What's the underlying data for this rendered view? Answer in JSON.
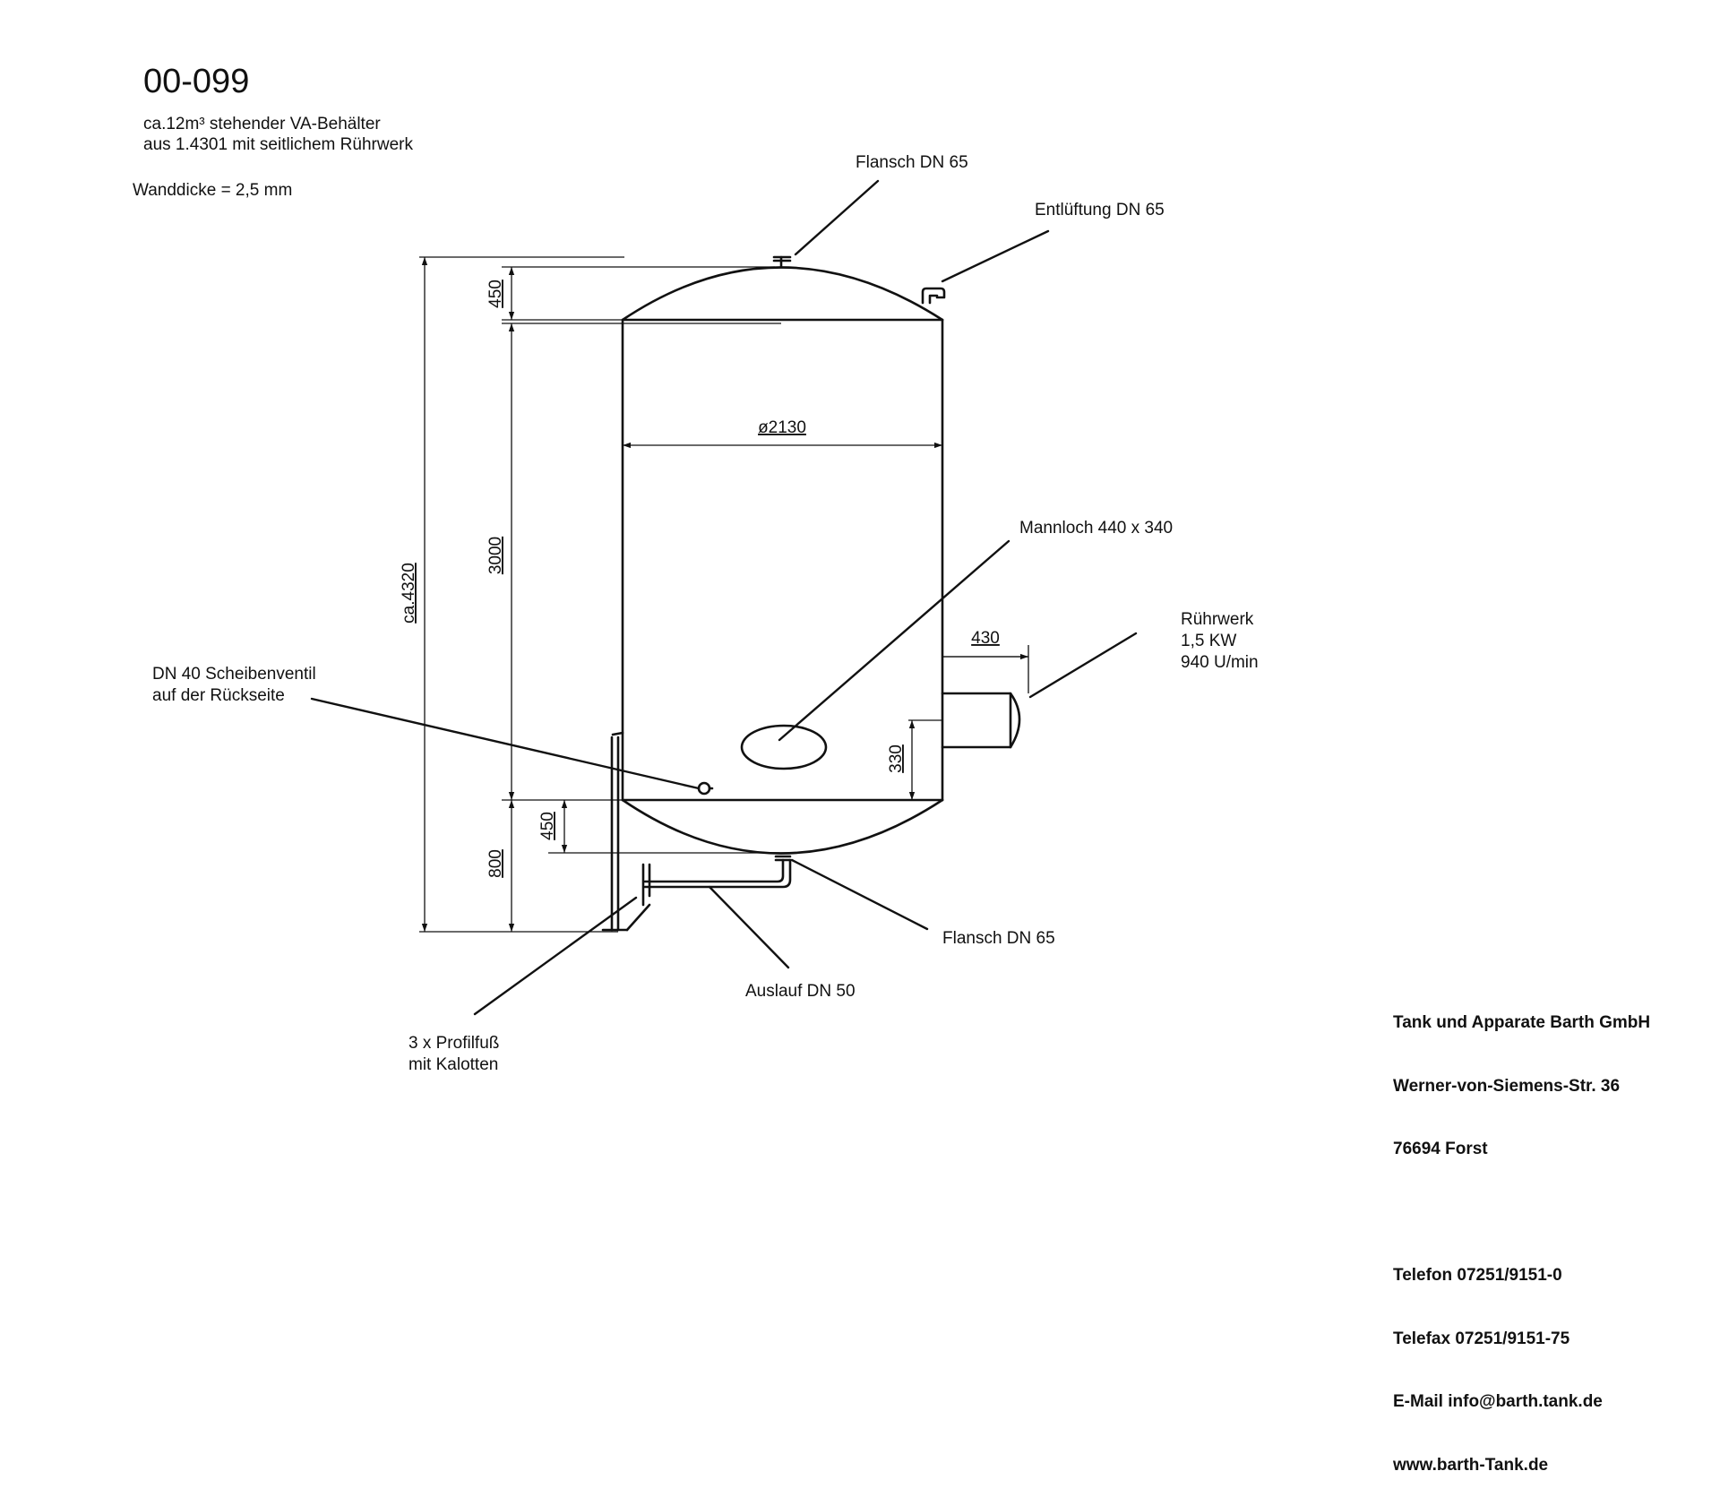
{
  "header": {
    "code": "00-099",
    "description": [
      "ca.12m³ stehender VA-Behälter",
      "aus 1.4301 mit seitlichem Rührwerk"
    ],
    "wall_thickness": "Wanddicke = 2,5 mm"
  },
  "labels": {
    "flansch_top": "Flansch DN 65",
    "entlueftung": "Entlüftung DN 65",
    "mannloch": "Mannloch 440 x 340",
    "ruehrwerk": [
      "Rührwerk",
      "1,5 KW",
      "940 U/min"
    ],
    "scheibenventil": [
      "DN 40 Scheibenventil",
      "auf der Rückseite"
    ],
    "flansch_bottom": "Flansch DN 65",
    "auslauf": "Auslauf DN 50",
    "profilfuss": [
      "3 x Profilfuß",
      "mit Kalotten"
    ]
  },
  "dimensions": {
    "total_height": "ca.4320",
    "top_head": "450",
    "cylinder": "3000",
    "bottom_section": "800",
    "bottom_head": "450",
    "diameter": "ø2130",
    "agitator_offset": "430",
    "manhole_height": "330"
  },
  "company": {
    "name": "Tank und Apparate Barth GmbH",
    "street": "Werner-von-Siemens-Str. 36",
    "city": "76694 Forst",
    "phone": "Telefon 07251/9151-0",
    "fax": "Telefax 07251/9151-75",
    "email": "E-Mail info@barth.tank.de",
    "web": "www.barth-Tank.de"
  }
}
